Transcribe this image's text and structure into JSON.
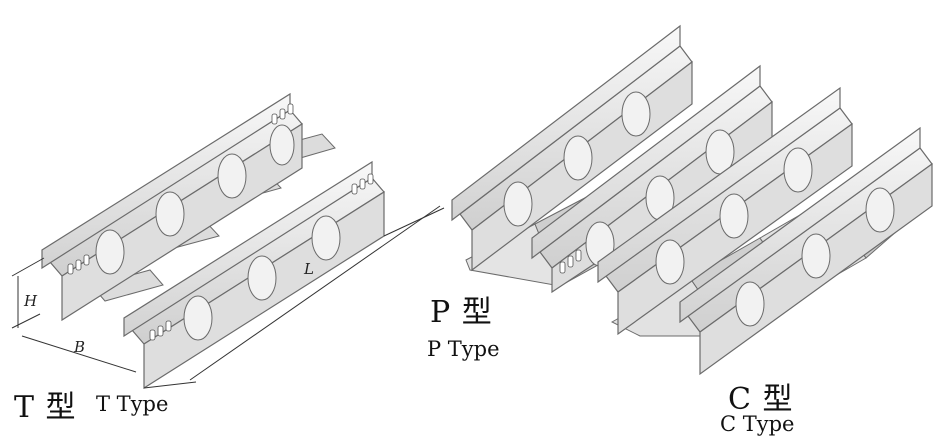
{
  "diagram": {
    "t_type": {
      "title": "T 型",
      "subtitle": "T Type"
    },
    "p_type": {
      "title": "P 型",
      "subtitle": "P Type"
    },
    "c_type": {
      "title": "C 型",
      "subtitle": "C Type"
    },
    "dimensions": {
      "height": "H",
      "width": "B",
      "length": "L"
    }
  },
  "colors": {
    "link_fill": "#e6e6e6",
    "link_shade": "#cfcfcf",
    "outline": "#6b6b6b",
    "plate_fill": "#d6d6d6",
    "dark_plate": "#c2c2c2"
  }
}
